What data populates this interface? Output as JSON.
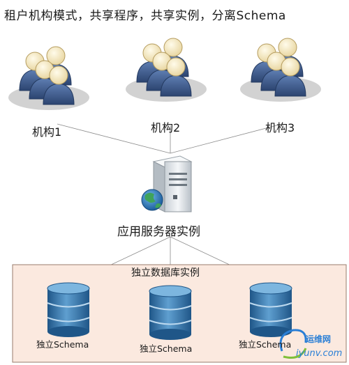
{
  "title": "租户机构模式，共享程序，共享实例，分离Schema",
  "organizations": [
    {
      "label": "机构1"
    },
    {
      "label": "机构2"
    },
    {
      "label": "机构3"
    }
  ],
  "server": {
    "label": "应用服务器实例"
  },
  "database_group": {
    "label": "独立数据库实例"
  },
  "schemas": [
    {
      "label": "独立Schema"
    },
    {
      "label": "独立Schema"
    },
    {
      "label": "独立Schema"
    }
  ],
  "watermark": {
    "line1": "运维网",
    "line2": "iyunv.com"
  },
  "colors": {
    "person_body": "#3c5a8c",
    "person_head": "#f7e9c3",
    "db_blue": "#2f6ea3",
    "db_panel_fill": "#fbe9df",
    "db_panel_border": "#9a7c6c",
    "server_body": "#e8ecef",
    "globe": "#2e8b57"
  }
}
